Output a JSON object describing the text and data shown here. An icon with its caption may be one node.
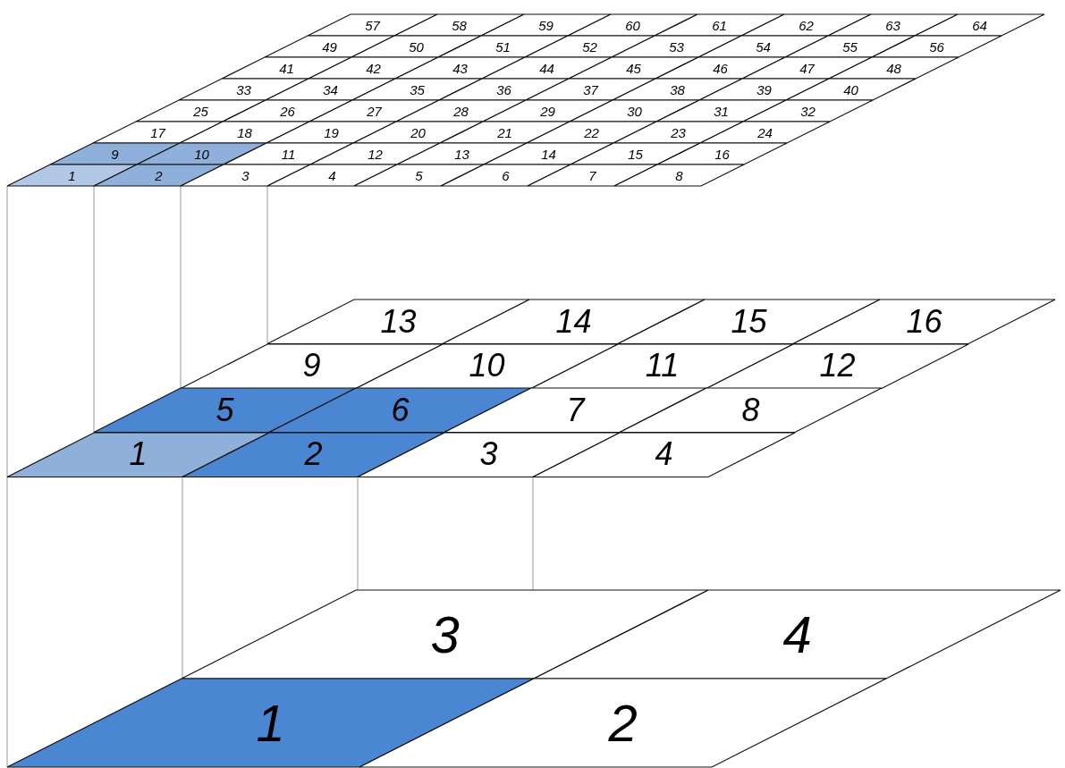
{
  "diagram": {
    "nodes": [
      {
        "text": [
          "57"
        ]
      },
      {
        "text": [
          "58"
        ]
      },
      {
        "text": [
          "59"
        ]
      },
      {
        "text": [
          "60"
        ]
      },
      {
        "text": [
          "61"
        ]
      },
      {
        "text": [
          "62"
        ]
      },
      {
        "text": [
          "63"
        ]
      },
      {
        "text": [
          "64"
        ]
      },
      {
        "text": [
          "49"
        ]
      },
      {
        "text": [
          "50"
        ]
      },
      {
        "text": [
          "51"
        ]
      },
      {
        "text": [
          "52"
        ]
      },
      {
        "text": [
          "53"
        ]
      },
      {
        "text": [
          "54"
        ]
      },
      {
        "text": [
          "55"
        ]
      },
      {
        "text": [
          "56"
        ]
      },
      {
        "text": [
          "41"
        ]
      },
      {
        "text": [
          "42"
        ]
      },
      {
        "text": [
          "43"
        ]
      },
      {
        "text": [
          "44"
        ]
      },
      {
        "text": [
          "45"
        ]
      },
      {
        "text": [
          "46"
        ]
      },
      {
        "text": [
          "47"
        ]
      },
      {
        "text": [
          "48"
        ]
      },
      {
        "text": [
          "33"
        ]
      },
      {
        "text": [
          "34"
        ]
      },
      {
        "text": [
          "35"
        ]
      },
      {
        "text": [
          "36"
        ]
      },
      {
        "text": [
          "37"
        ]
      },
      {
        "text": [
          "38"
        ]
      },
      {
        "text": [
          "39"
        ]
      },
      {
        "text": [
          "40"
        ]
      },
      {
        "text": [
          "25"
        ]
      },
      {
        "text": [
          "26"
        ]
      },
      {
        "text": [
          "27"
        ]
      },
      {
        "text": [
          "28"
        ]
      },
      {
        "text": [
          "29"
        ]
      },
      {
        "text": [
          "30"
        ]
      },
      {
        "text": [
          "31"
        ]
      },
      {
        "text": [
          "32"
        ]
      },
      {
        "text": [
          "17"
        ]
      },
      {
        "text": [
          "18"
        ]
      },
      {
        "text": [
          "19"
        ]
      },
      {
        "text": [
          "20"
        ]
      },
      {
        "text": [
          "21"
        ]
      },
      {
        "text": [
          "22"
        ]
      },
      {
        "text": [
          "23"
        ]
      },
      {
        "text": [
          "24"
        ]
      },
      {
        "text": [
          "9"
        ]
      },
      {
        "text": [
          "10"
        ]
      },
      {
        "text": [
          "11"
        ]
      },
      {
        "text": [
          "12"
        ]
      },
      {
        "text": [
          "13"
        ]
      },
      {
        "text": [
          "14"
        ]
      },
      {
        "text": [
          "15"
        ]
      },
      {
        "text": [
          "16"
        ]
      },
      {
        "text": [
          "1"
        ]
      },
      {
        "text": [
          "2"
        ]
      },
      {
        "text": [
          "3"
        ]
      },
      {
        "text": [
          "4"
        ]
      },
      {
        "text": [
          "5"
        ]
      },
      {
        "text": [
          "6"
        ]
      },
      {
        "text": [
          "7"
        ]
      },
      {
        "text": [
          "8"
        ]
      },
      {
        "text": [
          "13"
        ]
      },
      {
        "text": [
          "14"
        ]
      },
      {
        "text": [
          "15"
        ]
      },
      {
        "text": [
          "16"
        ]
      },
      {
        "text": [
          "9"
        ]
      },
      {
        "text": [
          "10"
        ]
      },
      {
        "text": [
          "11"
        ]
      },
      {
        "text": [
          "12"
        ]
      },
      {
        "text": [
          "5"
        ]
      },
      {
        "text": [
          "6"
        ]
      },
      {
        "text": [
          "7"
        ]
      },
      {
        "text": [
          "8"
        ]
      },
      {
        "text": [
          "1"
        ]
      },
      {
        "text": [
          "2"
        ]
      },
      {
        "text": [
          "3"
        ]
      },
      {
        "text": [
          "4"
        ]
      },
      {
        "text": [
          "3"
        ]
      },
      {
        "text": [
          "4"
        ]
      },
      {
        "text": [
          "1"
        ]
      },
      {
        "text": [
          "2"
        ]
      }
    ],
    "edges": [
      {
        "from": 56,
        "to": 76,
        "arrow": "none"
      },
      {
        "from": 57,
        "to": 72,
        "arrow": "none"
      },
      {
        "from": 58,
        "to": 68,
        "arrow": "none"
      },
      {
        "from": 59,
        "to": 64,
        "arrow": "none"
      },
      {
        "from": 76,
        "to": 82,
        "arrow": "none"
      },
      {
        "from": 77,
        "to": 80,
        "arrow": "none"
      },
      {
        "from": 78,
        "to": 80,
        "arrow": "none"
      },
      {
        "from": 79,
        "to": 80,
        "arrow": "none"
      }
    ]
  }
}
